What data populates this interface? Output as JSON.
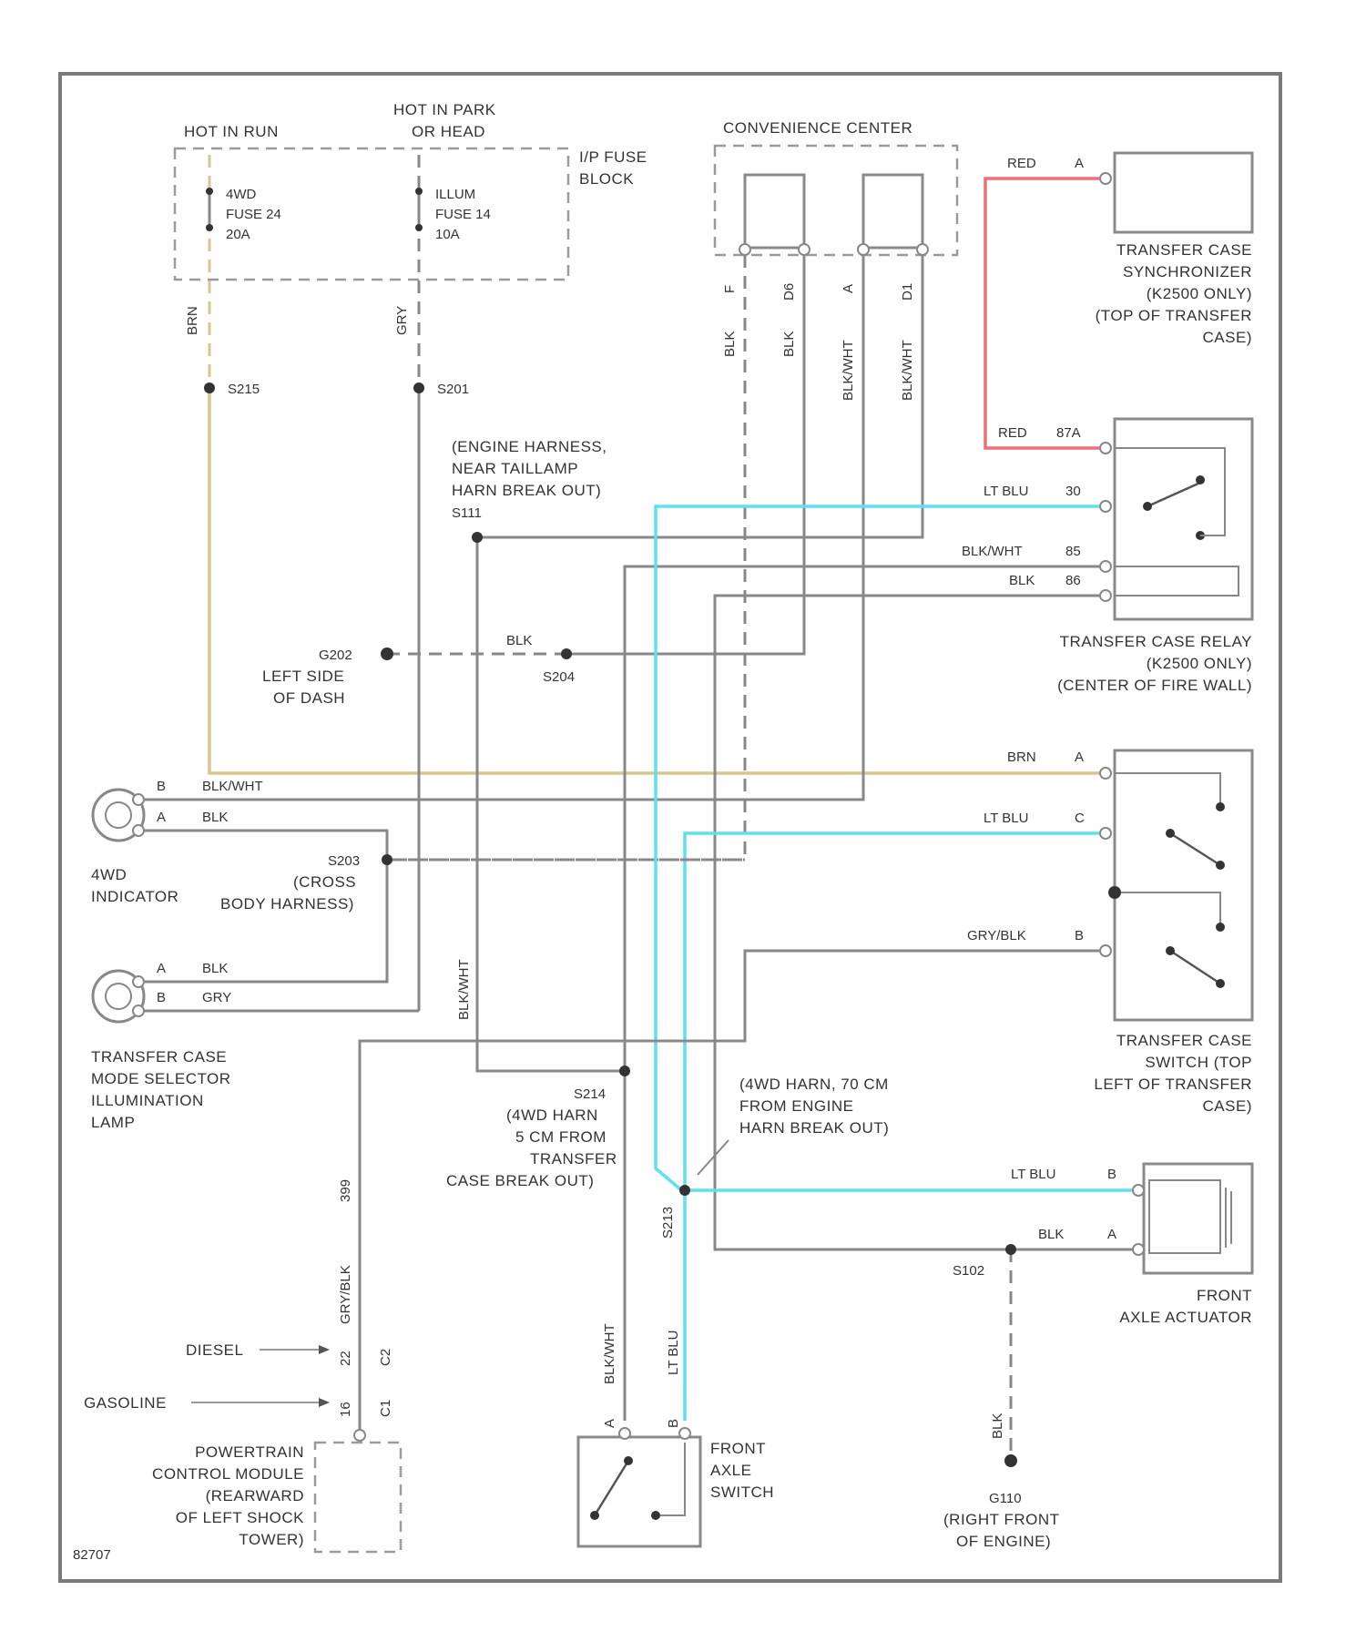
{
  "colors": {
    "wire": "#888888",
    "ltblu": "#5fe0ec",
    "brn": "#d8c590",
    "red": "#ee6f7c",
    "text": "#333333",
    "border": "#7a7a7a"
  },
  "labels": {
    "hot_in_run": "HOT IN RUN",
    "hot_in_park_1": "HOT IN PARK",
    "hot_in_park_2": "OR HEAD",
    "fuse1_l1": "4WD",
    "fuse1_l2": "FUSE 24",
    "fuse1_l3": "20A",
    "fuse2_l1": "ILLUM",
    "fuse2_l2": "FUSE 14",
    "fuse2_l3": "10A",
    "ip_fuse_1": "I/P FUSE",
    "ip_fuse_2": "BLOCK",
    "convenience_center": "CONVENIENCE CENTER",
    "wire_brn_v": "BRN",
    "wire_gry_v": "GRY",
    "s215": "S215",
    "s201": "S201",
    "conv_w1": "BLK",
    "conv_w1_pin": "F",
    "conv_w2": "BLK",
    "conv_w2_pin": "D6",
    "conv_w3": "BLK/WHT",
    "conv_w3_pin": "A",
    "conv_w4": "BLK/WHT",
    "conv_w4_pin": "D1",
    "engine_h_1": "(ENGINE HARNESS,",
    "engine_h_2": "NEAR TAILLAMP",
    "engine_h_3": "HARN BREAK OUT)",
    "s111": "S111",
    "g202_1": "G202",
    "g202_2": "LEFT SIDE",
    "g202_3": "OF DASH",
    "blk_mid": "BLK",
    "s204": "S204",
    "sync_wire": "RED",
    "sync_pin": "A",
    "sync_1": "TRANSFER CASE",
    "sync_2": "SYNCHRONIZER",
    "sync_3": "(K2500 ONLY)",
    "sync_4": "(TOP OF TRANSFER",
    "sync_5": "CASE)",
    "relay_w1": "RED",
    "relay_p1": "87A",
    "relay_w2": "LT BLU",
    "relay_p2": "30",
    "relay_w3": "BLK/WHT",
    "relay_p3": "85",
    "relay_w4": "BLK",
    "relay_p4": "86",
    "relay_1": "TRANSFER CASE RELAY",
    "relay_2": "(K2500 ONLY)",
    "relay_3": "(CENTER OF FIRE WALL)",
    "ind_pB": "B",
    "ind_wB": "BLK/WHT",
    "ind_pA": "A",
    "ind_wA": "BLK",
    "ind_1": "4WD",
    "ind_2": "INDICATOR",
    "s203_1": "S203",
    "s203_2": "(CROSS",
    "s203_3": "BODY HARNESS)",
    "lamp_pA": "A",
    "lamp_wA": "BLK",
    "lamp_pB": "B",
    "lamp_wB": "GRY",
    "lamp_1": "TRANSFER CASE",
    "lamp_2": "MODE SELECTOR",
    "lamp_3": "ILLUMINATION",
    "lamp_4": "LAMP",
    "sw_w1": "BRN",
    "sw_p1": "A",
    "sw_w2": "LT BLU",
    "sw_p2": "C",
    "sw_w3": "GRY/BLK",
    "sw_p3": "B",
    "sw_1": "TRANSFER CASE",
    "sw_2": "SWITCH (TOP",
    "sw_3": "LEFT OF TRANSFER",
    "sw_4": "CASE)",
    "bw_v": "BLK/WHT",
    "s214_1": "S214",
    "s214_2": "(4WD HARN",
    "s214_3": "5 CM FROM",
    "s214_4": "TRANSFER",
    "s214_5": "CASE BREAK OUT)",
    "harn4wd_1": "(4WD HARN, 70 CM",
    "harn4wd_2": "FROM ENGINE",
    "harn4wd_3": "HARN BREAK OUT)",
    "s213": "S213",
    "act_w1": "LT BLU",
    "act_p1": "B",
    "act_w2": "BLK",
    "act_p2": "A",
    "act_1": "FRONT",
    "act_2": "AXLE ACTUATOR",
    "s102": "S102",
    "gryblk_v": "GRY/BLK",
    "gryblk_n": "399",
    "diesel": "DIESEL",
    "gasoline": "GASOLINE",
    "pin_c2": "C2",
    "pin_c1": "C1",
    "pin_c2_num": "22",
    "pin_c1_num": "16",
    "pcm_1": "POWERTRAIN",
    "pcm_2": "CONTROL MODULE",
    "pcm_3": "(REARWARD",
    "pcm_4": "OF LEFT SHOCK",
    "pcm_5": "TOWER)",
    "fas_w1": "BLK/WHT",
    "fas_p1": "A",
    "fas_w2": "LT BLU",
    "fas_p2": "B",
    "fas_1": "FRONT",
    "fas_2": "AXLE",
    "fas_3": "SWITCH",
    "g110_w": "BLK",
    "g110_1": "G110",
    "g110_2": "(RIGHT FRONT",
    "g110_3": "OF ENGINE)",
    "fig_id": "82707"
  }
}
